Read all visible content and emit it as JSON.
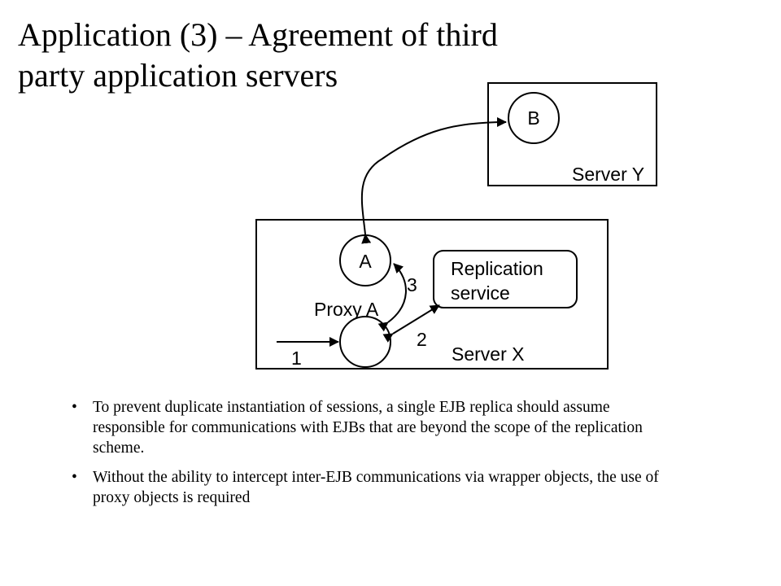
{
  "title": {
    "line1": "Application (3) – Agreement of third",
    "line2": "party application servers"
  },
  "diagram": {
    "server_y_label": "Server Y",
    "server_x_label": "Server X",
    "node_b": "B",
    "node_a": "A",
    "proxy_label": "Proxy A",
    "replication_line1": "Replication",
    "replication_line2": "service",
    "step1": "1",
    "step2": "2",
    "step3": "3"
  },
  "bullets": [
    "To prevent duplicate instantiation of sessions, a single EJB replica should assume responsible for communications with EJBs that are beyond the scope of the replication scheme.",
    "Without the ability to intercept inter-EJB communications via wrapper objects, the use of proxy objects is required"
  ]
}
